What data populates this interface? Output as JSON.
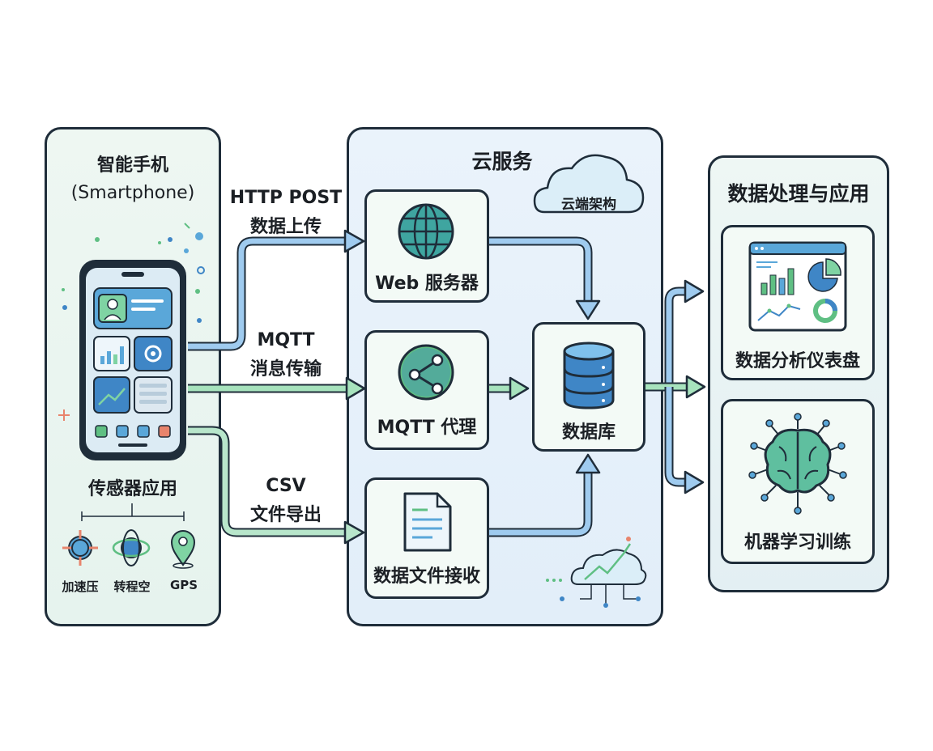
{
  "smartphone": {
    "title": "智能手机",
    "subtitle": "(Smartphone)",
    "sensor_heading": "传感器应用",
    "sensors": [
      {
        "label": "加速压",
        "icon": "accelerometer-icon"
      },
      {
        "label": "转程空",
        "icon": "gyroscope-icon"
      },
      {
        "label": "GPS",
        "icon": "location-pin-icon"
      }
    ]
  },
  "links": {
    "http": {
      "line1": "HTTP POST",
      "line2": "数据上传"
    },
    "mqtt": {
      "line1": "MQTT",
      "line2": "消息传输"
    },
    "csv": {
      "line1": "CSV",
      "line2": "文件导出"
    }
  },
  "cloud": {
    "title": "云服务",
    "architecture_label": "云端架构",
    "web_server": "Web 服务器",
    "mqtt_broker": "MQTT 代理",
    "file_receive": "数据文件接收",
    "database": "数据库"
  },
  "processing": {
    "title": "数据处理与应用",
    "dashboard": "数据分析仪表盘",
    "ml": "机器学习训练"
  },
  "colors": {
    "outline": "#1f2d3a",
    "blue_arrow": "#7fb8e6",
    "green_arrow": "#8fd6a8",
    "accent_green": "#5fbf83",
    "accent_blue": "#3f86c6"
  }
}
